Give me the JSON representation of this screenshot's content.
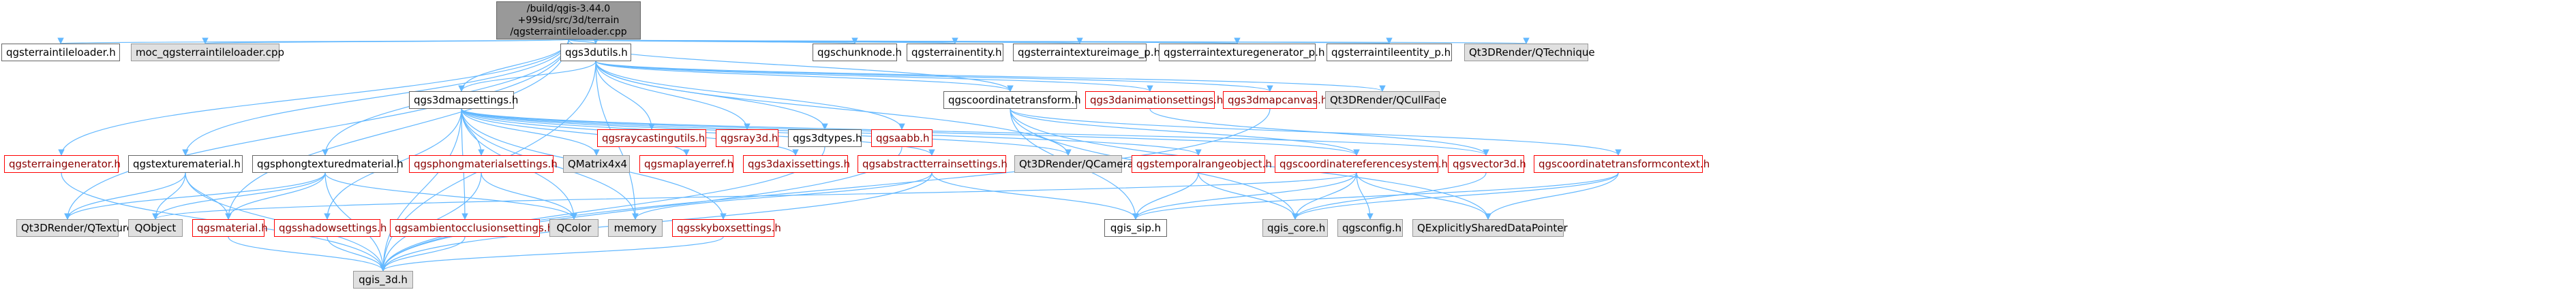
{
  "root": {
    "lines": [
      "/build/qgis-3.44.0",
      "+99sid/src/3d/terrain",
      "/qgsterraintileloader.cpp"
    ]
  },
  "nodes": {
    "qgsterraintileloader_h": {
      "label": "qgsterraintileloader.h",
      "style": "plain"
    },
    "moc_loader": {
      "label": "moc_qgsterraintileloader.cpp",
      "style": "gray"
    },
    "qgs3dutils_h": {
      "label": "qgs3dutils.h",
      "style": "plain"
    },
    "qgschunknode_h": {
      "label": "qgschunknode.h",
      "style": "plain"
    },
    "qgsterrainentity_h": {
      "label": "qgsterrainentity.h",
      "style": "plain"
    },
    "qgsterraintextureimage_p": {
      "label": "qgsterraintextureimage_p.h",
      "style": "plain"
    },
    "qgsterraintexturegenerator_p": {
      "label": "qgsterraintexturegenerator_p.h",
      "style": "plain"
    },
    "qgsterraintileentity_p": {
      "label": "qgsterraintileentity_p.h",
      "style": "plain"
    },
    "qt3d_qtechnique": {
      "label": "Qt3DRender/QTechnique",
      "style": "gray"
    },
    "qgs3dmapsettings_h": {
      "label": "qgs3dmapsettings.h",
      "style": "plain"
    },
    "qgsraycastingutils_h": {
      "label": "qgsraycastingutils.h",
      "style": "red"
    },
    "qgsray3d_h": {
      "label": "qgsray3d.h",
      "style": "red"
    },
    "qgs3dtypes_h": {
      "label": "qgs3dtypes.h",
      "style": "plain"
    },
    "qgsaabb_h": {
      "label": "qgsaabb.h",
      "style": "red"
    },
    "qgscoordinatetransform_h": {
      "label": "qgscoordinatetransform.h",
      "style": "plain"
    },
    "qgs3danimationsettings_h": {
      "label": "qgs3danimationsettings.h",
      "style": "red"
    },
    "qgs3dmapcanvas_h": {
      "label": "qgs3dmapcanvas.h",
      "style": "red"
    },
    "qt3d_qcullface": {
      "label": "Qt3DRender/QCullFace",
      "style": "gray"
    },
    "qgsterraingenerator_h": {
      "label": "qgsterraingenerator.h",
      "style": "red"
    },
    "qgstexturematerial_h": {
      "label": "qgstexturematerial.h",
      "style": "plain"
    },
    "qgsphongtexturedmaterial_h": {
      "label": "qgsphongtexturedmaterial.h",
      "style": "plain"
    },
    "qgsphongmaterialsettings_h": {
      "label": "qgsphongmaterialsettings.h",
      "style": "red"
    },
    "qmatrix4x4": {
      "label": "QMatrix4x4",
      "style": "gray"
    },
    "qgsmaplayerref_h": {
      "label": "qgsmaplayerref.h",
      "style": "red"
    },
    "qgs3daxissettings_h": {
      "label": "qgs3daxissettings.h",
      "style": "red"
    },
    "qgsabstractterrainsettings_h": {
      "label": "qgsabstractterrainsettings.h",
      "style": "red"
    },
    "qt3d_qcamera": {
      "label": "Qt3DRender/QCamera",
      "style": "gray"
    },
    "qgstemporalrangeobject_h": {
      "label": "qgstemporalrangeobject.h",
      "style": "red"
    },
    "qgscoordinatereferencesystem_h": {
      "label": "qgscoordinatereferencesystem.h",
      "style": "red"
    },
    "qgsvector3d_h": {
      "label": "qgsvector3d.h",
      "style": "red"
    },
    "qgscoordinatetransformcontext_h": {
      "label": "qgscoordinatetransformcontext.h",
      "style": "red"
    },
    "qt3d_qtexture": {
      "label": "Qt3DRender/QTexture",
      "style": "gray"
    },
    "qobject": {
      "label": "QObject",
      "style": "gray"
    },
    "qgsmaterial_h": {
      "label": "qgsmaterial.h",
      "style": "red"
    },
    "qgsshadowsettings_h": {
      "label": "qgsshadowsettings.h",
      "style": "red"
    },
    "qgsambientocclusionsettings_h": {
      "label": "qgsambientocclusionsettings.h",
      "style": "red"
    },
    "qcolor": {
      "label": "QColor",
      "style": "gray"
    },
    "memory": {
      "label": "memory",
      "style": "gray"
    },
    "qgsskyboxsettings_h": {
      "label": "qgsskyboxsettings.h",
      "style": "red"
    },
    "qgis_sip_h": {
      "label": "qgis_sip.h",
      "style": "plain"
    },
    "qgis_core_h": {
      "label": "qgis_core.h",
      "style": "gray"
    },
    "qgsconfig_h": {
      "label": "qgsconfig.h",
      "style": "gray"
    },
    "qexplicitlyshareddatapointer": {
      "label": "QExplicitlySharedDataPointer",
      "style": "gray"
    },
    "qgis_3d_h": {
      "label": "qgis_3d.h",
      "style": "gray"
    }
  },
  "edges": [
    [
      "root",
      "qgsterraintileloader_h"
    ],
    [
      "root",
      "moc_loader"
    ],
    [
      "root",
      "qgs3dutils_h"
    ],
    [
      "root",
      "qgschunknode_h"
    ],
    [
      "root",
      "qgsterrainentity_h"
    ],
    [
      "root",
      "qgsterraintextureimage_p"
    ],
    [
      "root",
      "qgsterraintexturegenerator_p"
    ],
    [
      "root",
      "qgsterraintileentity_p"
    ],
    [
      "root",
      "qt3d_qtechnique"
    ],
    [
      "root",
      "qgs3dmapsettings_h"
    ],
    [
      "root",
      "qgsterraingenerator_h"
    ],
    [
      "root",
      "qgstexturematerial_h"
    ],
    [
      "root",
      "qgsphongtexturedmaterial_h"
    ],
    [
      "root",
      "qt3d_qtexture"
    ],
    [
      "root",
      "qgscoordinatetransform_h"
    ],
    [
      "root",
      "qgsmaterial_h"
    ],
    [
      "qgs3dutils_h",
      "qgs3dmapsettings_h"
    ],
    [
      "qgs3dutils_h",
      "qgsraycastingutils_h"
    ],
    [
      "qgs3dutils_h",
      "qgsray3d_h"
    ],
    [
      "qgs3dutils_h",
      "qgs3dtypes_h"
    ],
    [
      "qgs3dutils_h",
      "qgsaabb_h"
    ],
    [
      "qgs3dutils_h",
      "qgscoordinatetransform_h"
    ],
    [
      "qgs3dutils_h",
      "qgs3danimationsettings_h"
    ],
    [
      "qgs3dutils_h",
      "qgs3dmapcanvas_h"
    ],
    [
      "qgs3dutils_h",
      "qt3d_qcullface"
    ],
    [
      "qgs3dutils_h",
      "qt3d_qcamera"
    ],
    [
      "qgs3dutils_h",
      "memory"
    ],
    [
      "qgs3dutils_h",
      "qgis_3d_h"
    ],
    [
      "qgs3dmapsettings_h",
      "qgsphongmaterialsettings_h"
    ],
    [
      "qgs3dmapsettings_h",
      "qmatrix4x4"
    ],
    [
      "qgs3dmapsettings_h",
      "qgsmaplayerref_h"
    ],
    [
      "qgs3dmapsettings_h",
      "qgs3daxissettings_h"
    ],
    [
      "qgs3dmapsettings_h",
      "qgsabstractterrainsettings_h"
    ],
    [
      "qgs3dmapsettings_h",
      "qt3d_qcamera"
    ],
    [
      "qgs3dmapsettings_h",
      "qgstemporalrangeobject_h"
    ],
    [
      "qgs3dmapsettings_h",
      "qgscoordinatereferencesystem_h"
    ],
    [
      "qgs3dmapsettings_h",
      "qgsvector3d_h"
    ],
    [
      "qgs3dmapsettings_h",
      "qgsshadowsettings_h"
    ],
    [
      "qgs3dmapsettings_h",
      "qgsambientocclusionsettings_h"
    ],
    [
      "qgs3dmapsettings_h",
      "qcolor"
    ],
    [
      "qgs3dmapsettings_h",
      "memory"
    ],
    [
      "qgs3dmapsettings_h",
      "qgsskyboxsettings_h"
    ],
    [
      "qgs3dmapsettings_h",
      "qgis_3d_h"
    ],
    [
      "qgs3dtypes_h",
      "qgis_3d_h"
    ],
    [
      "qgsaabb_h",
      "qgis_3d_h"
    ],
    [
      "qgscoordinatetransform_h",
      "qgscoordinatereferencesystem_h"
    ],
    [
      "qgscoordinatetransform_h",
      "qgscoordinatetransformcontext_h"
    ],
    [
      "qgscoordinatetransform_h",
      "qgis_core_h"
    ],
    [
      "qgscoordinatetransform_h",
      "qgis_sip_h"
    ],
    [
      "qgscoordinatetransform_h",
      "qexplicitlyshareddatapointer"
    ],
    [
      "qgs3danimationsettings_h",
      "qgsvector3d_h"
    ],
    [
      "qgs3dmapcanvas_h",
      "qgis_3d_h"
    ],
    [
      "qgsterraingenerator_h",
      "qgis_3d_h"
    ],
    [
      "qgstexturematerial_h",
      "qgsmaterial_h"
    ],
    [
      "qgstexturematerial_h",
      "qt3d_qtexture"
    ],
    [
      "qgstexturematerial_h",
      "qobject"
    ],
    [
      "qgstexturematerial_h",
      "qgis_3d_h"
    ],
    [
      "qgsphongtexturedmaterial_h",
      "qgsmaterial_h"
    ],
    [
      "qgsphongtexturedmaterial_h",
      "qt3d_qtexture"
    ],
    [
      "qgsphongtexturedmaterial_h",
      "qobject"
    ],
    [
      "qgsphongtexturedmaterial_h",
      "qcolor"
    ],
    [
      "qgsphongtexturedmaterial_h",
      "qgis_3d_h"
    ],
    [
      "qgsphongmaterialsettings_h",
      "qcolor"
    ],
    [
      "qgsphongmaterialsettings_h",
      "qgis_3d_h"
    ],
    [
      "qgsabstractterrainsettings_h",
      "memory"
    ],
    [
      "qgsabstractterrainsettings_h",
      "qgis_3d_h"
    ],
    [
      "qgsabstractterrainsettings_h",
      "qgis_sip_h"
    ],
    [
      "qgstemporalrangeobject_h",
      "qgis_core_h"
    ],
    [
      "qgstemporalrangeobject_h",
      "qgis_sip_h"
    ],
    [
      "qgscoordinatereferencesystem_h",
      "qgis_core_h"
    ],
    [
      "qgscoordinatereferencesystem_h",
      "qgis_sip_h"
    ],
    [
      "qgscoordinatereferencesystem_h",
      "qgsconfig_h"
    ],
    [
      "qgscoordinatereferencesystem_h",
      "qexplicitlyshareddatapointer"
    ],
    [
      "qgscoordinatereferencesystem_h",
      "qobject"
    ],
    [
      "qgsvector3d_h",
      "qgis_core_h"
    ],
    [
      "qgscoordinatetransformcontext_h",
      "qgis_core_h"
    ],
    [
      "qgscoordinatetransformcontext_h",
      "qgis_sip_h"
    ],
    [
      "qgscoordinatetransformcontext_h",
      "qexplicitlyshareddatapointer"
    ],
    [
      "qgsmaterial_h",
      "qgis_3d_h"
    ],
    [
      "qgsshadowsettings_h",
      "qgis_3d_h"
    ],
    [
      "qgsambientocclusionsettings_h",
      "qgis_3d_h"
    ],
    [
      "qgsskyboxsettings_h",
      "qgis_3d_h"
    ]
  ],
  "colors": {
    "edge": "#63b8ff",
    "plain_border": "#666666",
    "red_border": "#ff0000",
    "gray_fill": "#e0e0e0",
    "root_fill": "#999999"
  }
}
